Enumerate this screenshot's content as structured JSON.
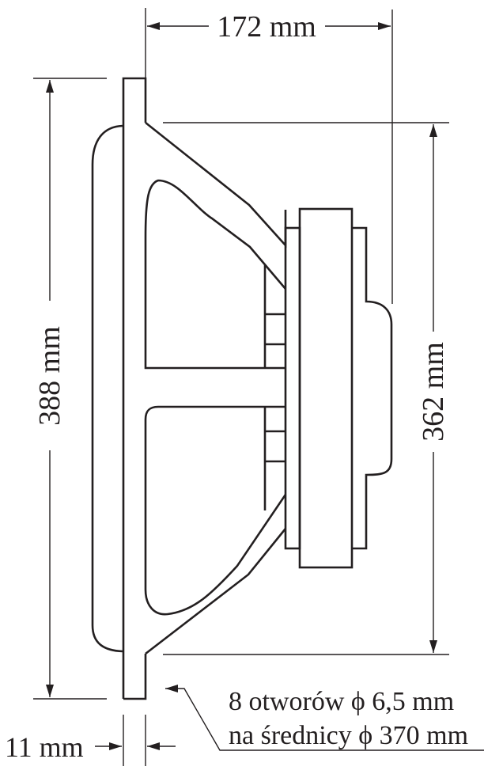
{
  "diagram": {
    "type": "technical-drawing",
    "subject": "loudspeaker side view with dimensions",
    "stroke_color": "#231f20",
    "background": "#ffffff"
  },
  "dimensions": {
    "depth": {
      "label": "172 mm"
    },
    "outer_height": {
      "label": "388 mm"
    },
    "inner_height": {
      "label": "362 mm"
    },
    "flange_thickness": {
      "label": "11 mm"
    }
  },
  "annotation": {
    "line1": "8 otworów ϕ 6,5 mm",
    "line2": "na średnicy ϕ 370 mm"
  }
}
